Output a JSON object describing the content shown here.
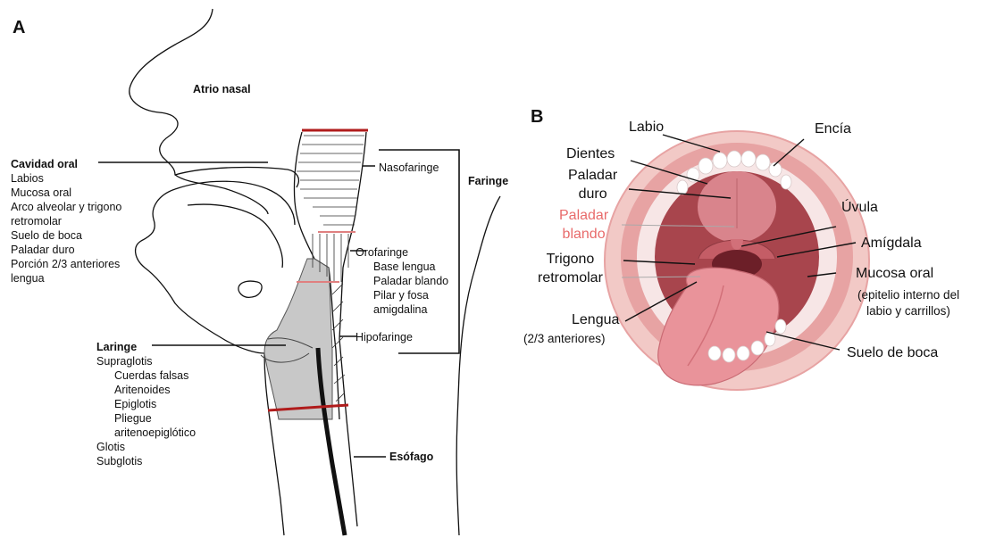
{
  "panel_a": {
    "letter": "A",
    "atrio_nasal": "Atrio nasal",
    "cavidad_oral": {
      "title": "Cavidad oral",
      "items": [
        "Labios",
        "Mucosa oral",
        "Arco alveolar y trigono",
        "retromolar",
        "Suelo de boca",
        "Paladar duro",
        "Porción 2/3 anteriores",
        "lengua"
      ]
    },
    "nasofaringe": "Nasofaringe",
    "faringe": "Faringe",
    "orofaringe": {
      "title": "Orofaringe",
      "items": [
        "Base lengua",
        "Paladar blando",
        "Pilar y fosa",
        "amigdalina"
      ]
    },
    "hipofaringe": "Hipofaringe",
    "laringe": {
      "title": "Laringe",
      "supraglotis": "Supraglotis",
      "supra_items": [
        "Cuerdas falsas",
        "Aritenoides",
        "Epiglotis",
        "Pliegue",
        "aritenoepiglótico"
      ],
      "glotis": "Glotis",
      "subglotis": "Subglotis"
    },
    "esofago": "Esófago"
  },
  "panel_b": {
    "letter": "B",
    "labio": "Labio",
    "encia": "Encía",
    "dientes": "Dientes",
    "paladar_duro": [
      "Paladar",
      "duro"
    ],
    "paladar_blando": [
      "Paladar",
      "blando"
    ],
    "uvula": "Úvula",
    "amigdala": "Amígdala",
    "trigono": [
      "Trigono",
      "retromolar"
    ],
    "mucosa_oral": "Mucosa oral",
    "mucosa_note": [
      "(epitelio interno del",
      "labio y carrillos)"
    ],
    "lengua": "Lengua",
    "lengua_note": "(2/3 anteriores)",
    "suelo": "Suelo de boca"
  },
  "colors": {
    "boundary_red": "#b01c1c",
    "soft_palate_label": "#e86b6b",
    "airway_gray": "#c8c8c8",
    "mouth_lip": "#e7a3a3",
    "mouth_inner": "#a8454d",
    "tongue": "#e9939a"
  }
}
